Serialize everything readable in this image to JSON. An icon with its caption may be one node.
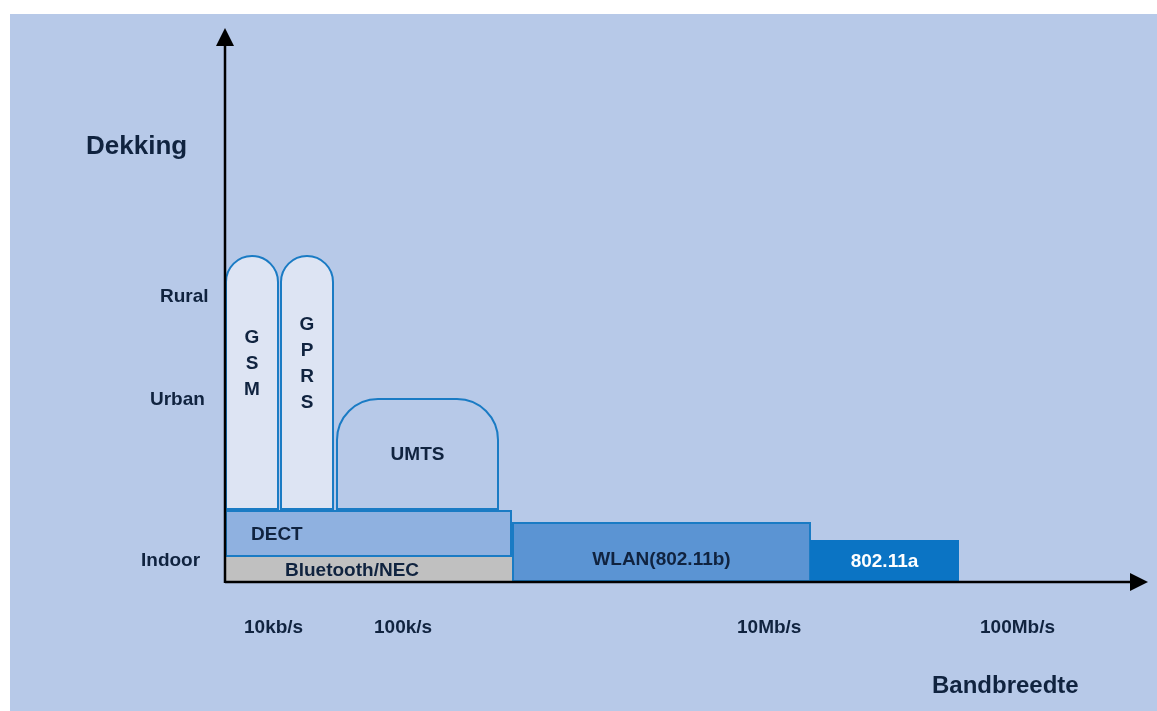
{
  "diagram": {
    "nodes": [
      {
        "text": [
          "GSM"
        ]
      },
      {
        "text": [
          "GPRS"
        ]
      },
      {
        "text": [
          "UMTS"
        ]
      },
      {
        "text": [
          "DECT"
        ]
      },
      {
        "text": [
          "WLAN(802.11b)"
        ]
      },
      {
        "text": [
          "802.11a"
        ]
      },
      {
        "text": [
          "Bluetooth/NEC"
        ]
      }
    ],
    "labels": [
      "Dekking",
      "Rural",
      "Urban",
      "Indoor",
      "10kb/s",
      "100k/s",
      "10Mb/s",
      "100Mb/s",
      "Bandbreedte"
    ]
  }
}
